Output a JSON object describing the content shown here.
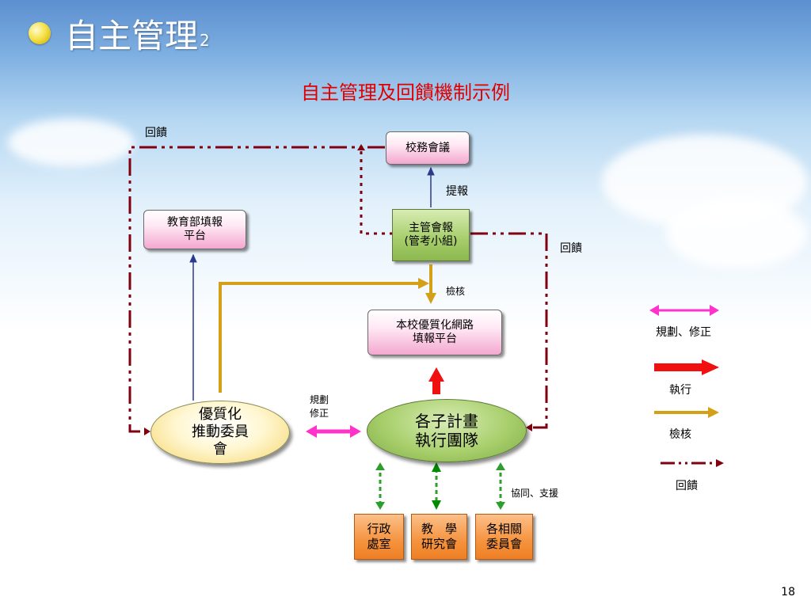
{
  "slide": {
    "title": "自主管理",
    "title_sup": "2",
    "subtitle": "自主管理及回饋機制示例",
    "page_number": "18"
  },
  "nodes": {
    "school_meeting": "校務會議",
    "moe_platform_l1": "教育部填報",
    "moe_platform_l2": "平台",
    "supervisor_l1": "主管會報",
    "supervisor_l2": "(管考小組)",
    "network_platform_l1": "本校優質化網路",
    "network_platform_l2": "填報平台",
    "committee_l1": "優質化",
    "committee_l2": "推動委員",
    "committee_l3": "會",
    "teams_l1": "各子計畫",
    "teams_l2": "執行團隊",
    "admin_l1": "行政",
    "admin_l2": "處室",
    "teaching_l1": "教　學",
    "teaching_l2": "研究會",
    "committees_l1": "各相關",
    "committees_l2": "委員會"
  },
  "labels": {
    "feedback_top": "回饋",
    "report_up": "提報",
    "feedback_right": "回饋",
    "review": "檢核",
    "plan_revise_l1": "規劃",
    "plan_revise_l2": "修正",
    "cooperate": "協同、支援"
  },
  "legend": {
    "plan_revise": "規劃、修正",
    "execute": "執行",
    "review": "檢核",
    "feedback": "回饋"
  },
  "colors": {
    "magenta": "#ff33cc",
    "red": "#f01010",
    "gold": "#d4a017",
    "darkred": "#800010",
    "navy": "#2b3a8f",
    "green": "#2e9e2e"
  }
}
